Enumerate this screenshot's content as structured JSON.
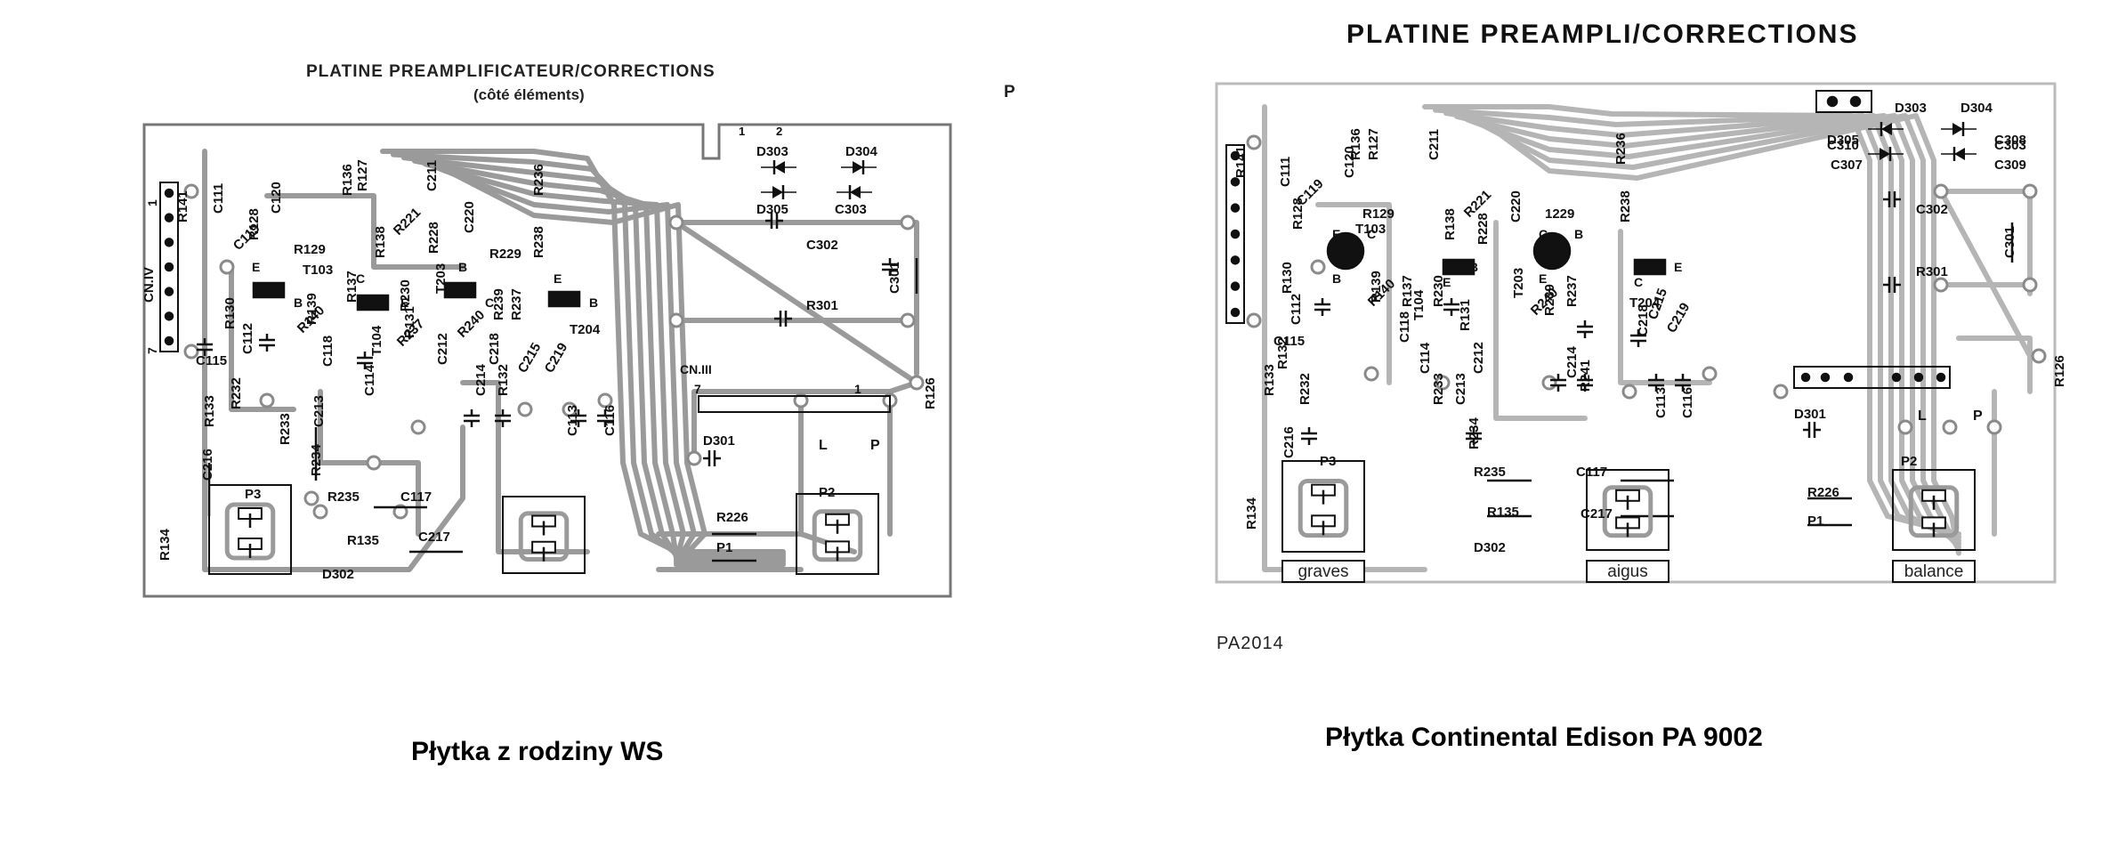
{
  "left": {
    "title": "PLATINE PREAMPLIFICATEUR/CORRECTIONS",
    "subtitle": "(côté éléments)",
    "corner_mark": "P",
    "caption": "Płytka z rodziny WS",
    "connector_iv": "CN.IV",
    "connector_iii": "CN.III",
    "pin_1": "1",
    "pin_7": "7",
    "components": [
      "R141",
      "C111",
      "C119",
      "R128",
      "C120",
      "R136",
      "R127",
      "C211",
      "R236",
      "R129",
      "R138",
      "R221",
      "R228",
      "C220",
      "R229",
      "R238",
      "T103",
      "R130",
      "R137",
      "R230",
      "T203",
      "R239",
      "R237",
      "T204",
      "R139",
      "R140",
      "R131",
      "R240",
      "C112",
      "C118",
      "T104",
      "R237",
      "C212",
      "C218",
      "C215",
      "C219",
      "C115",
      "C114",
      "C214",
      "R132",
      "R133",
      "R232",
      "R233",
      "C213",
      "C113",
      "C116",
      "C216",
      "R234",
      "R235",
      "C117",
      "R134",
      "R135",
      "C217",
      "D302",
      "D303",
      "D304",
      "D305",
      "C303",
      "C302",
      "R301",
      "C301",
      "D301",
      "R126",
      "R226",
      "P1",
      "P2",
      "P3"
    ],
    "pot_labels": [
      "L",
      "P"
    ],
    "terminal_1": "1",
    "terminal_2": "2",
    "transistor_pins": [
      "E",
      "B",
      "C"
    ]
  },
  "right": {
    "title": "PLATINE PREAMPLI/CORRECTIONS",
    "code": "PA2014",
    "caption": "Płytka Continental Edison PA 9002",
    "pot_captions": [
      "graves",
      "aigus",
      "balance"
    ],
    "components": [
      "R141",
      "C111",
      "C119",
      "R128",
      "C120",
      "R136",
      "R127",
      "C211",
      "R236",
      "R129",
      "R138",
      "R221",
      "R228",
      "C220",
      "1229",
      "R238",
      "T103",
      "R130",
      "R137",
      "R230",
      "T203",
      "R239",
      "R237",
      "T204",
      "R139",
      "R140",
      "R131",
      "R240",
      "C112",
      "C118",
      "T104",
      "C212",
      "C218",
      "C215",
      "C219",
      "C115",
      "C114",
      "C214",
      "R241",
      "R132",
      "R133",
      "R232",
      "R233",
      "C213",
      "C113",
      "C116",
      "C216",
      "R234",
      "R235",
      "C117",
      "R134",
      "R135",
      "C217",
      "D302",
      "D303",
      "D304",
      "D305",
      "C307",
      "C308",
      "C309",
      "C310",
      "C303",
      "C302",
      "R301",
      "C301",
      "D301",
      "R126",
      "R226",
      "P1",
      "P2",
      "P3"
    ],
    "pot_labels": [
      "L",
      "P"
    ],
    "transistor_pins": [
      "E",
      "B",
      "C"
    ]
  },
  "colors": {
    "trace": "#9a9a9a",
    "ink": "#111111",
    "background": "#ffffff"
  }
}
